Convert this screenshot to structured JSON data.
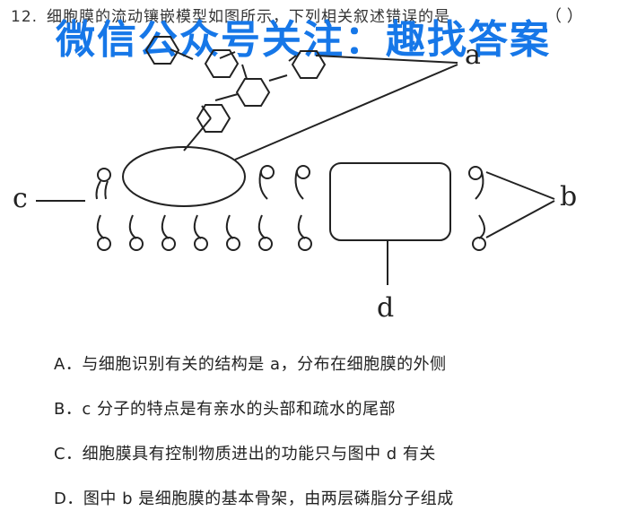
{
  "question": {
    "number": "12.",
    "text": "细胞膜的流动镶嵌模型如图所示，下列相关叙述错误的是",
    "paren": "（    ）"
  },
  "watermark": {
    "text": "微信公众号关注：趣找答案",
    "color": "#1677e8"
  },
  "diagram": {
    "labels": {
      "a": "a",
      "b": "b",
      "c": "c",
      "d": "d"
    }
  },
  "options": [
    {
      "text": "A．与细胞识别有关的结构是 a，分布在细胞膜的外侧"
    },
    {
      "text": "B．c 分子的特点是有亲水的头部和疏水的尾部"
    },
    {
      "text": "C．细胞膜具有控制物质进出的功能只与图中 d 有关"
    },
    {
      "text": "D．图中 b 是细胞膜的基本骨架，由两层磷脂分子组成"
    }
  ]
}
